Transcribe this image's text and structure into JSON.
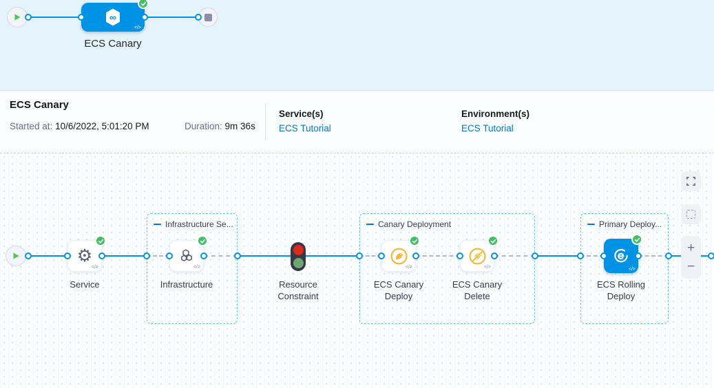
{
  "banner": {
    "stage_label": "ECS Canary"
  },
  "summary": {
    "title": "ECS Canary",
    "started_label": "Started at:",
    "started_value": "10/6/2022, 5:01:20 PM",
    "duration_label": "Duration:",
    "duration_value": "9m 36s",
    "services_label": "Service(s)",
    "services_value": "ECS Tutorial",
    "environments_label": "Environment(s)",
    "environments_value": "ECS Tutorial"
  },
  "graph": {
    "groups": [
      {
        "label": "Infrastructure Se..."
      },
      {
        "label": "Canary Deployment"
      },
      {
        "label": "Primary Deploy..."
      }
    ],
    "nodes": [
      {
        "label": "Service"
      },
      {
        "label": "Infrastructure"
      },
      {
        "label": "Resource Constraint"
      },
      {
        "label": "ECS Canary Deploy"
      },
      {
        "label": "ECS Canary Delete"
      },
      {
        "label": "ECS Rolling Deploy"
      }
    ]
  },
  "icons": {
    "code": "</>",
    "infinity": "∞",
    "gear": "⚙",
    "zoom_in": "+",
    "zoom_out": "−"
  },
  "colors": {
    "accent_blue": "#0092e4",
    "link_blue": "#0278d5",
    "success_green": "#3ec165",
    "banner_bg": "#e5f3fb",
    "canary_yellow": "#fcb42e",
    "traffic_red": "#dc2a1e",
    "traffic_green": "#6fa671"
  }
}
